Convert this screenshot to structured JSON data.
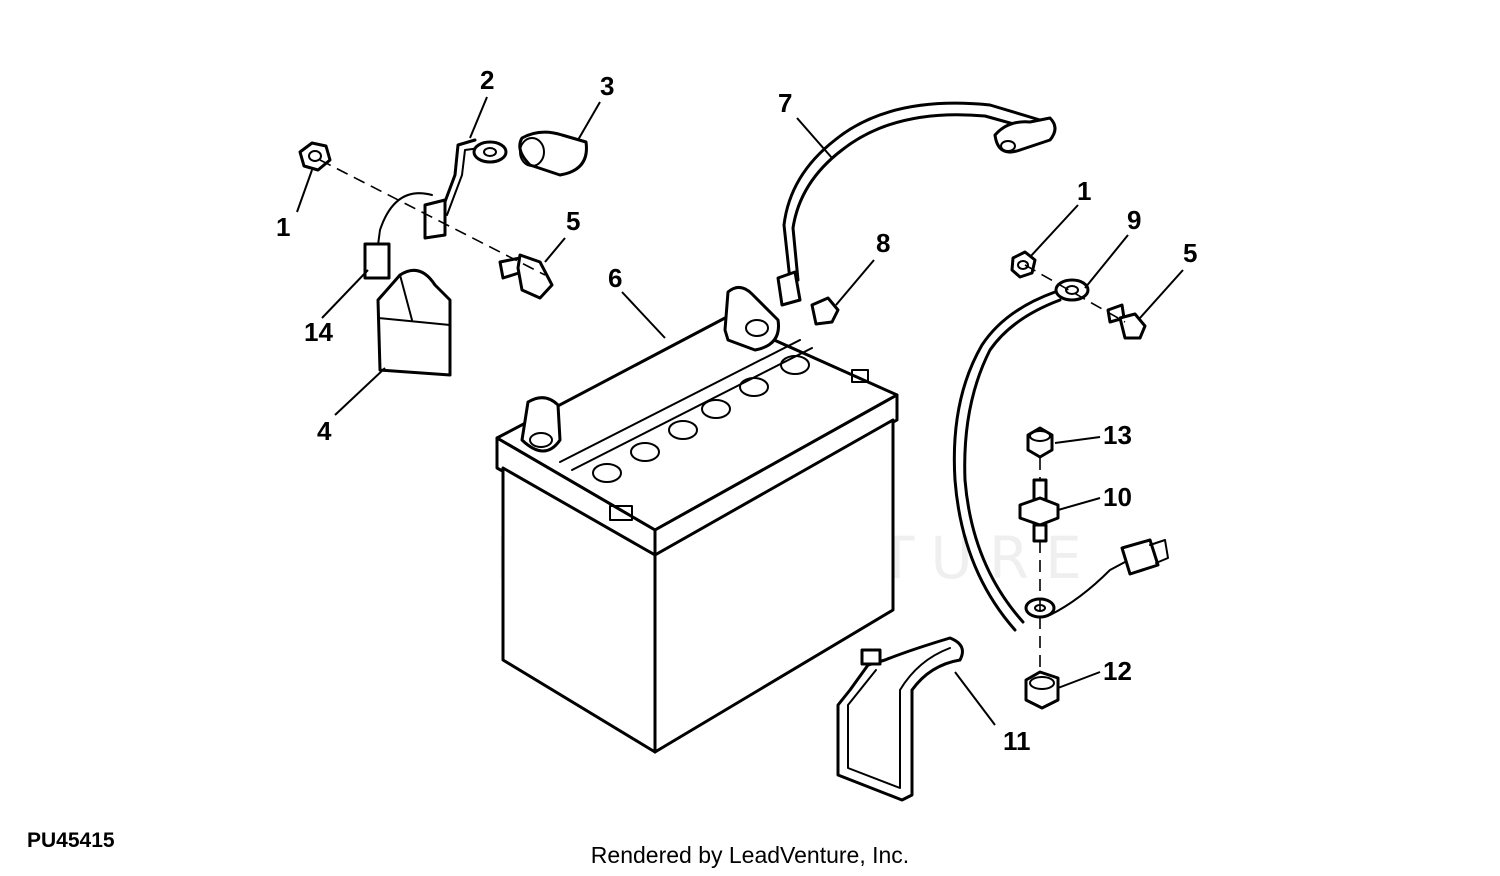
{
  "diagram": {
    "reference_code": "PU45415",
    "credit": "Rendered by LeadVenture, Inc.",
    "watermark": "LEADVENTURE",
    "callouts": {
      "c1a": "1",
      "c1b": "1",
      "c2": "2",
      "c3": "3",
      "c4": "4",
      "c5a": "5",
      "c5b": "5",
      "c6": "6",
      "c7": "7",
      "c8": "8",
      "c9": "9",
      "c10": "10",
      "c11": "11",
      "c12": "12",
      "c13": "13",
      "c14": "14"
    }
  }
}
